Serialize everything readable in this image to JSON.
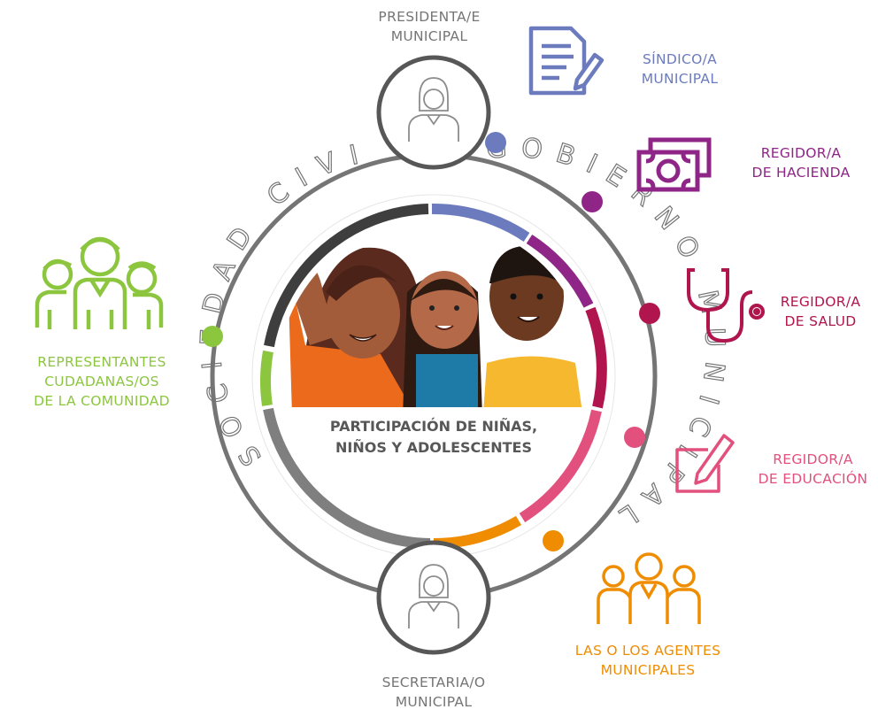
{
  "center": {
    "title": "PARTICIPACIÓN DE NIÑAS,\nNIÑOS Y ADOLESCENTES"
  },
  "ring": {
    "left_label": "SOCIEDAD CIVIL",
    "right_label": "GOBIERNO MUNICIPAL"
  },
  "roles": [
    {
      "label": "PRESIDENTA/E\nMUNICIPAL",
      "color": "#757575",
      "icon": "person-icon"
    },
    {
      "label": "SÍNDICO/A\nMUNICIPAL",
      "color": "#6b7bbd",
      "icon": "document-pen-icon"
    },
    {
      "label": "REGIDOR/A\nDE HACIENDA",
      "color": "#8e2587",
      "icon": "money-icon"
    },
    {
      "label": "REGIDOR/A\nDE SALUD",
      "color": "#b0154d",
      "icon": "stethoscope-icon"
    },
    {
      "label": "REGIDOR/A\nDE EDUCACIÓN",
      "color": "#e2507e",
      "icon": "edit-icon"
    },
    {
      "label": "LAS O LOS AGENTES\nMUNICIPALES",
      "color": "#f08c00",
      "icon": "group-icon"
    },
    {
      "label": "SECRETARIA/O\nMUNICIPAL",
      "color": "#757575",
      "icon": "person-icon"
    },
    {
      "label": "REPRESENTANTES\nCUDADANAS/OS\nDE LA COMUNIDAD",
      "color": "#8cc63f",
      "icon": "group-icon"
    }
  ],
  "colors": {
    "ring": "#757575",
    "dark": "#3e3e3e",
    "grey": "#7f7f7f"
  }
}
